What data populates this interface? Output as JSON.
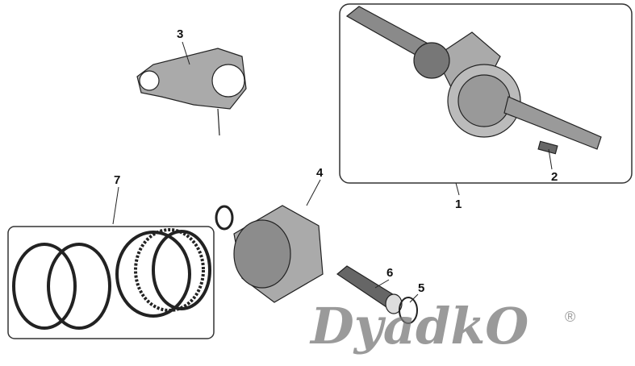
{
  "diagram": {
    "callouts": {
      "crankshaft": "1",
      "key": "2",
      "connecting_rod": "3",
      "piston": "4",
      "circlip": "5",
      "piston_pin": "6",
      "piston_rings": "7"
    },
    "watermark": {
      "text": "DyadkO",
      "mark": "®"
    }
  }
}
